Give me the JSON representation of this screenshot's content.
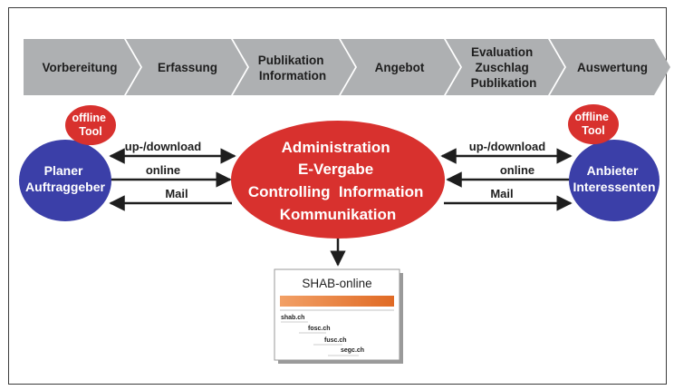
{
  "phases": [
    {
      "lines": [
        "Vorbereitung"
      ]
    },
    {
      "lines": [
        "Erfassung"
      ]
    },
    {
      "lines": [
        "Publikation",
        "Information"
      ]
    },
    {
      "lines": [
        "Angebot"
      ]
    },
    {
      "lines": [
        "Evaluation",
        "Zuschlag",
        "Publikation"
      ]
    },
    {
      "lines": [
        "Auswertung"
      ]
    }
  ],
  "left_actor": {
    "lines": [
      "Planer",
      "Auftraggeber"
    ]
  },
  "left_tool": {
    "lines": [
      "offline",
      "Tool"
    ]
  },
  "right_actor": {
    "lines": [
      "Anbieter",
      "Interessenten"
    ]
  },
  "right_tool": {
    "lines": [
      "offline",
      "Tool"
    ]
  },
  "center": {
    "lines": [
      "Administration",
      "E-Vergabe",
      "Controlling  Information",
      "Kommunikation"
    ]
  },
  "left_links": {
    "updownload": "up-/download",
    "online": "online",
    "mail": "Mail"
  },
  "right_links": {
    "updownload": "up-/download",
    "online": "online",
    "mail": "Mail"
  },
  "shab": {
    "title": "SHAB-online",
    "sites": [
      "shab.ch",
      "fosc.ch",
      "fusc.ch",
      "segc.ch"
    ]
  },
  "colors": {
    "chevron": "#aeb0b2",
    "center": "#d8312e",
    "actor": "#3b3fa8",
    "tool": "#d8312e",
    "banner": "#e8762e"
  }
}
